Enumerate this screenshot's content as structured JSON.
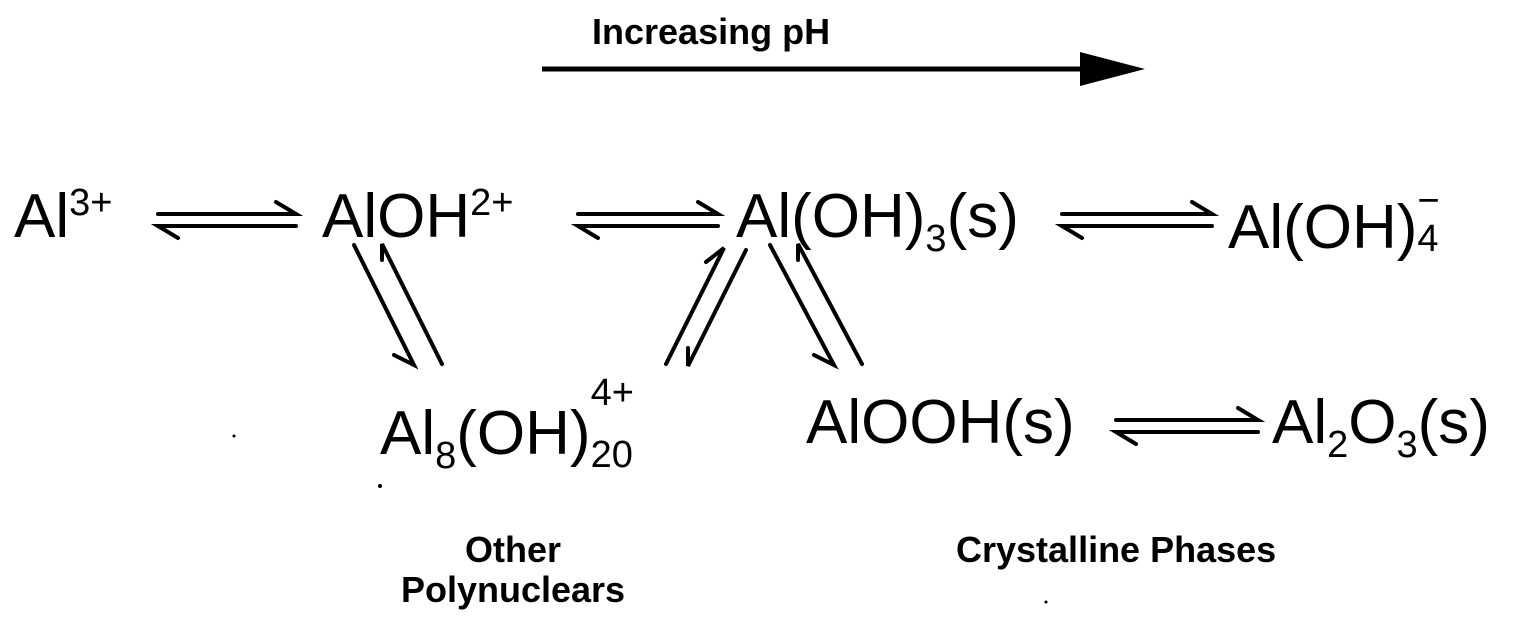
{
  "header": {
    "label": "Increasing pH"
  },
  "species": {
    "al3": {
      "base": "Al",
      "sup": "3+"
    },
    "aloh": {
      "base": "AlOH",
      "sup": "2+"
    },
    "aloh3": {
      "base": "Al(OH)",
      "sub": "3",
      "tail": "(s)"
    },
    "aloh4": {
      "base": "Al(OH)",
      "sup": "−",
      "sub": "4"
    },
    "al8": {
      "base": "Al",
      "sub": "8",
      "mid": "(OH)",
      "sup": "4+",
      "sub2": "20"
    },
    "alooh": {
      "base": "AlOOH(s)"
    },
    "al2o3": {
      "base": "Al",
      "sub": "2",
      "mid": "O",
      "sub2": "3",
      "tail": "(s)"
    }
  },
  "captions": {
    "polynuclear_line1": "Other",
    "polynuclear_line2": "Polynuclears",
    "crystalline": "Crystalline Phases"
  },
  "colors": {
    "ink": "#000000",
    "background": "#ffffff"
  }
}
